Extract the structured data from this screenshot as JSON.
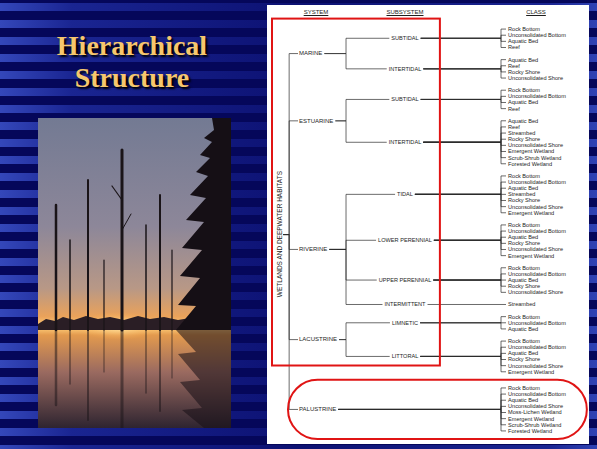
{
  "diagram": {
    "title": "Hierarchical Structure",
    "nodes": [
      {
        "text": [
          "WETLANDS AND DEEPWATER HABITATS"
        ]
      },
      {
        "text": [
          "MARINE"
        ]
      },
      {
        "text": [
          "SUBTIDAL"
        ]
      },
      {
        "text": [
          "Rock Bottom"
        ]
      },
      {
        "text": [
          "Unconsolidated Bottom"
        ]
      },
      {
        "text": [
          "Aquatic Bed"
        ]
      },
      {
        "text": [
          "Reef"
        ]
      },
      {
        "text": [
          "INTERTIDAL"
        ]
      },
      {
        "text": [
          "Aquatic Bed"
        ]
      },
      {
        "text": [
          "Reef"
        ]
      },
      {
        "text": [
          "Rocky Shore"
        ]
      },
      {
        "text": [
          "Unconsolidated Shore"
        ]
      },
      {
        "text": [
          "ESTUARINE"
        ]
      },
      {
        "text": [
          "SUBTIDAL"
        ]
      },
      {
        "text": [
          "Rock Bottom"
        ]
      },
      {
        "text": [
          "Unconsolidated Bottom"
        ]
      },
      {
        "text": [
          "Aquatic Bed"
        ]
      },
      {
        "text": [
          "Reef"
        ]
      },
      {
        "text": [
          "INTERTIDAL"
        ]
      },
      {
        "text": [
          "Aquatic Bed"
        ]
      },
      {
        "text": [
          "Reef"
        ]
      },
      {
        "text": [
          "Streambed"
        ]
      },
      {
        "text": [
          "Rocky Shore"
        ]
      },
      {
        "text": [
          "Unconsolidated Shore"
        ]
      },
      {
        "text": [
          "Emergent Wetland"
        ]
      },
      {
        "text": [
          "Scrub-Shrub Wetland"
        ]
      },
      {
        "text": [
          "Forested Wetland"
        ]
      },
      {
        "text": [
          "RIVERINE"
        ]
      },
      {
        "text": [
          "TIDAL"
        ]
      },
      {
        "text": [
          "Rock Bottom"
        ]
      },
      {
        "text": [
          "Unconsolidated Bottom"
        ]
      },
      {
        "text": [
          "Aquatic Bed"
        ]
      },
      {
        "text": [
          "Streambed"
        ]
      },
      {
        "text": [
          "Rocky Shore"
        ]
      },
      {
        "text": [
          "Unconsolidated Shore"
        ]
      },
      {
        "text": [
          "Emergent Wetland"
        ]
      },
      {
        "text": [
          "LOWER PERENNIAL"
        ]
      },
      {
        "text": [
          "Rock Bottom"
        ]
      },
      {
        "text": [
          "Unconsolidated Bottom"
        ]
      },
      {
        "text": [
          "Aquatic Bed"
        ]
      },
      {
        "text": [
          "Rocky Shore"
        ]
      },
      {
        "text": [
          "Unconsolidated Shore"
        ]
      },
      {
        "text": [
          "Emergent Wetland"
        ]
      },
      {
        "text": [
          "UPPER PERENNIAL"
        ]
      },
      {
        "text": [
          "Rock Bottom"
        ]
      },
      {
        "text": [
          "Unconsolidated Bottom"
        ]
      },
      {
        "text": [
          "Aquatic Bed"
        ]
      },
      {
        "text": [
          "Rocky Shore"
        ]
      },
      {
        "text": [
          "Unconsolidated Shore"
        ]
      },
      {
        "text": [
          "INTERMITTENT"
        ]
      },
      {
        "text": [
          "Streambed"
        ]
      },
      {
        "text": [
          "LACUSTRINE"
        ]
      },
      {
        "text": [
          "LIMNETIC"
        ]
      },
      {
        "text": [
          "Rock Bottom"
        ]
      },
      {
        "text": [
          "Unconsolidated Bottom"
        ]
      },
      {
        "text": [
          "Aquatic Bed"
        ]
      },
      {
        "text": [
          "LITTORAL"
        ]
      },
      {
        "text": [
          "Rock Bottom"
        ]
      },
      {
        "text": [
          "Unconsolidated Bottom"
        ]
      },
      {
        "text": [
          "Aquatic Bed"
        ]
      },
      {
        "text": [
          "Rocky Shore"
        ]
      },
      {
        "text": [
          "Unconsolidated Shore"
        ]
      },
      {
        "text": [
          "Emergent Wetland"
        ]
      },
      {
        "text": [
          "PALUSTRINE"
        ]
      },
      {
        "text": [
          "Rock Bottom"
        ]
      },
      {
        "text": [
          "Unconsolidated Bottom"
        ]
      },
      {
        "text": [
          "Aquatic Bed"
        ]
      },
      {
        "text": [
          "Unconsolidated Shore"
        ]
      },
      {
        "text": [
          "Moss-Lichen Wetland"
        ]
      },
      {
        "text": [
          "Emergent Wetland"
        ]
      },
      {
        "text": [
          "Scrub-Shrub Wetland"
        ]
      },
      {
        "text": [
          "Forested Wetland"
        ]
      }
    ],
    "edges": [
      {
        "from": 0,
        "to": 1,
        "arrow": "none"
      },
      {
        "from": 0,
        "to": 12,
        "arrow": "none"
      },
      {
        "from": 0,
        "to": 27,
        "arrow": "none"
      },
      {
        "from": 0,
        "to": 51,
        "arrow": "none"
      },
      {
        "from": 0,
        "to": 63,
        "arrow": "none"
      },
      {
        "from": 1,
        "to": 2,
        "arrow": "none"
      },
      {
        "from": 1,
        "to": 7,
        "arrow": "none"
      },
      {
        "from": 2,
        "to": 3,
        "arrow": "none"
      },
      {
        "from": 2,
        "to": 4,
        "arrow": "none"
      },
      {
        "from": 2,
        "to": 5,
        "arrow": "none"
      },
      {
        "from": 2,
        "to": 6,
        "arrow": "none"
      },
      {
        "from": 7,
        "to": 8,
        "arrow": "none"
      },
      {
        "from": 7,
        "to": 9,
        "arrow": "none"
      },
      {
        "from": 7,
        "to": 10,
        "arrow": "none"
      },
      {
        "from": 7,
        "to": 11,
        "arrow": "none"
      },
      {
        "from": 12,
        "to": 13,
        "arrow": "none"
      },
      {
        "from": 12,
        "to": 18,
        "arrow": "none"
      },
      {
        "from": 13,
        "to": 14,
        "arrow": "none"
      },
      {
        "from": 13,
        "to": 15,
        "arrow": "none"
      },
      {
        "from": 13,
        "to": 16,
        "arrow": "none"
      },
      {
        "from": 13,
        "to": 17,
        "arrow": "none"
      },
      {
        "from": 18,
        "to": 19,
        "arrow": "none"
      },
      {
        "from": 18,
        "to": 20,
        "arrow": "none"
      },
      {
        "from": 18,
        "to": 21,
        "arrow": "none"
      },
      {
        "from": 18,
        "to": 22,
        "arrow": "none"
      },
      {
        "from": 18,
        "to": 23,
        "arrow": "none"
      },
      {
        "from": 18,
        "to": 24,
        "arrow": "none"
      },
      {
        "from": 18,
        "to": 25,
        "arrow": "none"
      },
      {
        "from": 18,
        "to": 26,
        "arrow": "none"
      },
      {
        "from": 27,
        "to": 28,
        "arrow": "none"
      },
      {
        "from": 27,
        "to": 36,
        "arrow": "none"
      },
      {
        "from": 27,
        "to": 43,
        "arrow": "none"
      },
      {
        "from": 27,
        "to": 49,
        "arrow": "none"
      },
      {
        "from": 28,
        "to": 29,
        "arrow": "none"
      },
      {
        "from": 28,
        "to": 30,
        "arrow": "none"
      },
      {
        "from": 28,
        "to": 31,
        "arrow": "none"
      },
      {
        "from": 28,
        "to": 32,
        "arrow": "none"
      },
      {
        "from": 28,
        "to": 33,
        "arrow": "none"
      },
      {
        "from": 28,
        "to": 34,
        "arrow": "none"
      },
      {
        "from": 28,
        "to": 35,
        "arrow": "none"
      },
      {
        "from": 36,
        "to": 37,
        "arrow": "none"
      },
      {
        "from": 36,
        "to": 38,
        "arrow": "none"
      },
      {
        "from": 36,
        "to": 39,
        "arrow": "none"
      },
      {
        "from": 36,
        "to": 40,
        "arrow": "none"
      },
      {
        "from": 36,
        "to": 41,
        "arrow": "none"
      },
      {
        "from": 36,
        "to": 42,
        "arrow": "none"
      },
      {
        "from": 43,
        "to": 44,
        "arrow": "none"
      },
      {
        "from": 43,
        "to": 45,
        "arrow": "none"
      },
      {
        "from": 43,
        "to": 46,
        "arrow": "none"
      },
      {
        "from": 43,
        "to": 47,
        "arrow": "none"
      },
      {
        "from": 43,
        "to": 48,
        "arrow": "none"
      },
      {
        "from": 49,
        "to": 50,
        "arrow": "none"
      },
      {
        "from": 51,
        "to": 52,
        "arrow": "none"
      },
      {
        "from": 51,
        "to": 56,
        "arrow": "none"
      },
      {
        "from": 52,
        "to": 53,
        "arrow": "none"
      },
      {
        "from": 52,
        "to": 54,
        "arrow": "none"
      },
      {
        "from": 52,
        "to": 55,
        "arrow": "none"
      },
      {
        "from": 56,
        "to": 57,
        "arrow": "none"
      },
      {
        "from": 56,
        "to": 58,
        "arrow": "none"
      },
      {
        "from": 56,
        "to": 59,
        "arrow": "none"
      },
      {
        "from": 56,
        "to": 60,
        "arrow": "none"
      },
      {
        "from": 56,
        "to": 61,
        "arrow": "none"
      },
      {
        "from": 56,
        "to": 62,
        "arrow": "none"
      },
      {
        "from": 63,
        "to": 64,
        "arrow": "none"
      },
      {
        "from": 63,
        "to": 65,
        "arrow": "none"
      },
      {
        "from": 63,
        "to": 66,
        "arrow": "none"
      },
      {
        "from": 63,
        "to": 67,
        "arrow": "none"
      },
      {
        "from": 63,
        "to": 68,
        "arrow": "none"
      },
      {
        "from": 63,
        "to": 69,
        "arrow": "none"
      },
      {
        "from": 63,
        "to": 70,
        "arrow": "none"
      },
      {
        "from": 63,
        "to": 71,
        "arrow": "none"
      }
    ],
    "labels": [
      "SYSTEM",
      "SUBSYSTEM",
      "CLASS"
    ]
  }
}
